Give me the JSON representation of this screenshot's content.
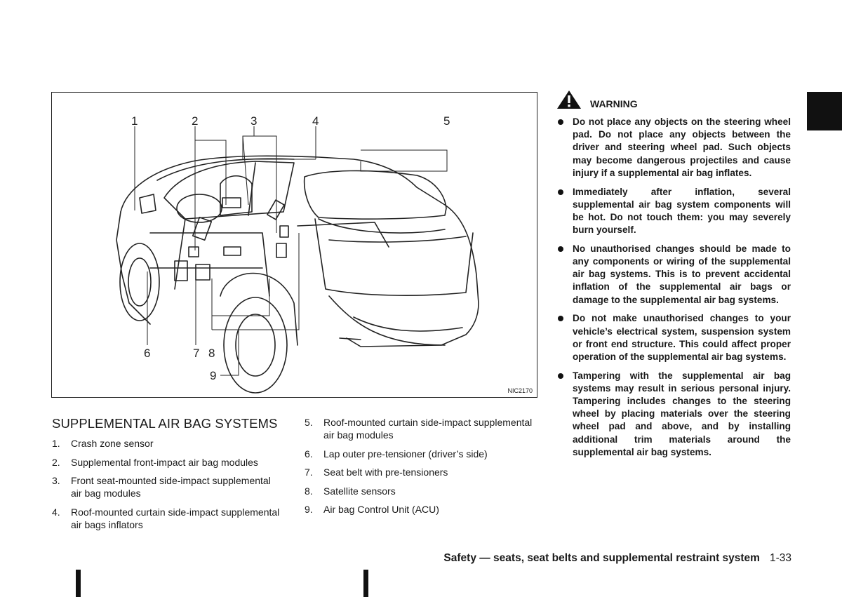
{
  "figure": {
    "code": "NIC2170",
    "callouts": [
      "1",
      "2",
      "3",
      "4",
      "5",
      "6",
      "7",
      "8",
      "9"
    ]
  },
  "section_title": "SUPPLEMENTAL AIR BAG SYSTEMS",
  "legend_left": [
    {
      "num": "1.",
      "text": "Crash zone sensor"
    },
    {
      "num": "2.",
      "text": "Supplemental front-impact air bag modules"
    },
    {
      "num": "3.",
      "text": "Front seat-mounted side-impact supplemental air bag modules"
    },
    {
      "num": "4.",
      "text": "Roof-mounted curtain side-impact supplemental air bags inflators"
    }
  ],
  "legend_right": [
    {
      "num": "5.",
      "text": "Roof-mounted curtain side-impact supplemental air bag modules"
    },
    {
      "num": "6.",
      "text": "Lap outer pre-tensioner (driver’s side)"
    },
    {
      "num": "7.",
      "text": "Seat belt with pre-tensioners"
    },
    {
      "num": "8.",
      "text": "Satellite sensors"
    },
    {
      "num": "9.",
      "text": "Air bag Control Unit (ACU)"
    }
  ],
  "warning": {
    "icon": "warning-triangle-icon",
    "title": "WARNING",
    "items": [
      "Do not place any objects on the steering wheel pad. Do not place any objects between the driver and steering wheel pad. Such objects may become dangerous projectiles and cause injury if a supplemental air bag inflates.",
      "Immediately after inflation, several supplemental air bag system components will be hot. Do not touch them: you may severely burn yourself.",
      "No unauthorised changes should be made to any components or wiring of the supplemental air bag systems. This is to prevent accidental inflation of the supplemental air bags or damage to the supplemental air bag systems.",
      "Do not make unauthorised changes to your vehicle’s electrical system, suspension system or front end structure. This could affect proper operation of the supplemental air bag systems.",
      "Tampering with the supplemental air bag systems may result in serious personal injury. Tampering includes changes to the steering wheel by placing materials over the steering wheel pad and above, and by installing additional trim materials around the supplemental air bag systems."
    ]
  },
  "footer": {
    "section": "Safety — seats, seat belts and supplemental restraint system",
    "page": "1-33"
  },
  "colors": {
    "ink": "#1a1a1a",
    "tab": "#111111"
  }
}
